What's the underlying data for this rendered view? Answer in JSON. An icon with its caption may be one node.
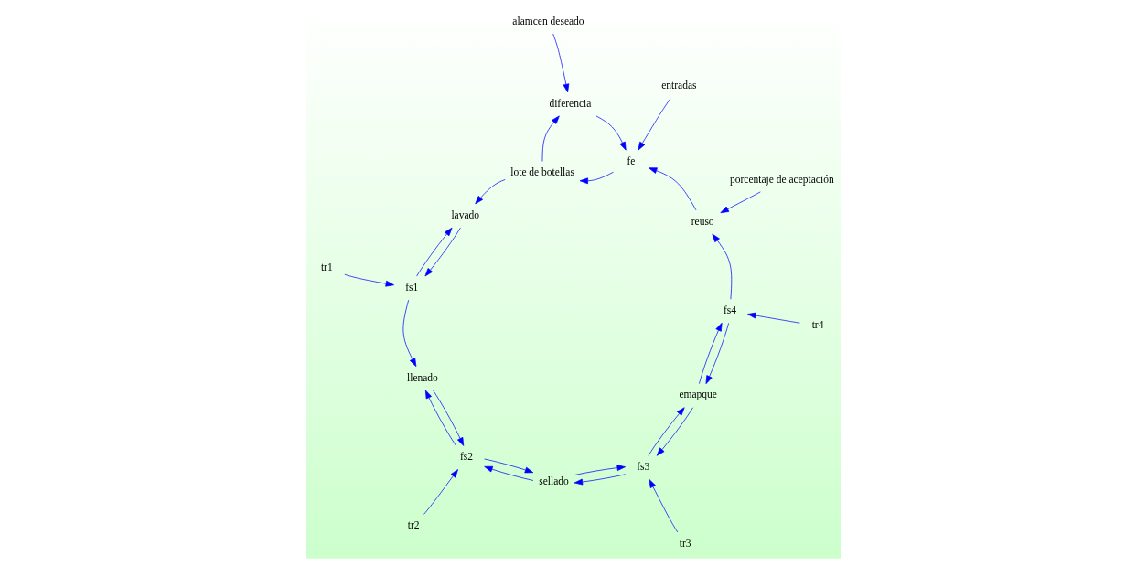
{
  "diagram": {
    "nodes": [
      {
        "text": [
          "tr1"
        ]
      },
      {
        "text": [
          "lavado"
        ]
      },
      {
        "text": [
          "fs1"
        ]
      },
      {
        "text": [
          "llenado"
        ]
      },
      {
        "text": [
          "tr2"
        ]
      },
      {
        "text": [
          "fs2"
        ]
      },
      {
        "text": [
          "sellado"
        ]
      },
      {
        "text": [
          "tr3"
        ]
      },
      {
        "text": [
          "fs3"
        ]
      },
      {
        "text": [
          "emapque"
        ]
      },
      {
        "text": [
          "porcentaje de aceptación"
        ]
      },
      {
        "text": [
          "lote de botellas"
        ]
      },
      {
        "text": [
          "fs4"
        ]
      },
      {
        "text": [
          "fe"
        ]
      },
      {
        "text": [
          "reuso"
        ]
      },
      {
        "text": [
          "tr4"
        ]
      },
      {
        "text": [
          "alamcen deseado"
        ]
      },
      {
        "text": [
          "diferencia"
        ]
      },
      {
        "text": [
          "entradas"
        ]
      }
    ],
    "edges": [
      {
        "from": 0,
        "to": 2,
        "arrow": "to"
      },
      {
        "from": 1,
        "to": 2,
        "arrow": "to"
      },
      {
        "from": 2,
        "to": 1,
        "arrow": "to"
      },
      {
        "from": 2,
        "to": 3,
        "arrow": "to"
      },
      {
        "from": 3,
        "to": 5,
        "arrow": "to"
      },
      {
        "from": 5,
        "to": 3,
        "arrow": "to"
      },
      {
        "from": 4,
        "to": 5,
        "arrow": "to"
      },
      {
        "from": 5,
        "to": 6,
        "arrow": "to"
      },
      {
        "from": 6,
        "to": 5,
        "arrow": "to"
      },
      {
        "from": 6,
        "to": 8,
        "arrow": "to"
      },
      {
        "from": 8,
        "to": 6,
        "arrow": "to"
      },
      {
        "from": 7,
        "to": 8,
        "arrow": "to"
      },
      {
        "from": 8,
        "to": 9,
        "arrow": "to"
      },
      {
        "from": 9,
        "to": 8,
        "arrow": "to"
      },
      {
        "from": 9,
        "to": 12,
        "arrow": "to"
      },
      {
        "from": 12,
        "to": 9,
        "arrow": "to"
      },
      {
        "from": 12,
        "to": 14,
        "arrow": "to"
      },
      {
        "from": 10,
        "to": 14,
        "arrow": "to"
      },
      {
        "from": 14,
        "to": 13,
        "arrow": "to"
      },
      {
        "from": 13,
        "to": 11,
        "arrow": "to"
      },
      {
        "from": 11,
        "to": 1,
        "arrow": "to"
      },
      {
        "from": 11,
        "to": 17,
        "arrow": "to"
      },
      {
        "from": 16,
        "to": 17,
        "arrow": "to"
      },
      {
        "from": 17,
        "to": 13,
        "arrow": "to"
      },
      {
        "from": 18,
        "to": 13,
        "arrow": "to"
      },
      {
        "from": 15,
        "to": 12,
        "arrow": "to"
      }
    ]
  }
}
